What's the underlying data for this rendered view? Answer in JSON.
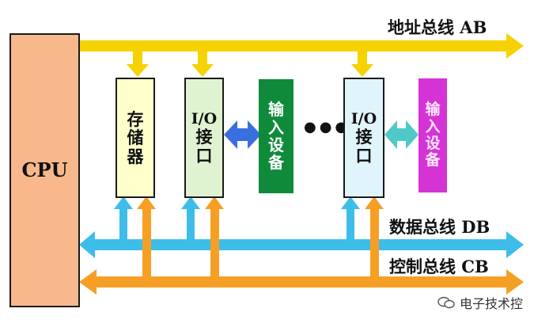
{
  "buses": {
    "address": "地址总线 AB",
    "data": "数据总线 DB",
    "control": "控制总线 CB"
  },
  "cpu": {
    "label": "CPU"
  },
  "memory": {
    "chars": [
      "存",
      "储",
      "器"
    ]
  },
  "io1": {
    "line1": "I/O",
    "chars": [
      "接",
      "口"
    ]
  },
  "input1": {
    "chars": [
      "输",
      "入",
      "设",
      "备"
    ]
  },
  "ellipsis": "●●●",
  "io2": {
    "line1": "I/O",
    "chars": [
      "接",
      "口"
    ]
  },
  "input2": {
    "chars": [
      "输",
      "入",
      "设",
      "备"
    ]
  },
  "watermark": "电子技术控",
  "colors": {
    "address_bus": "#f6d200",
    "data_bus": "#3dbde8",
    "control_bus": "#f5a025",
    "cpu_fill": "#f9b88c",
    "memory_fill": "#ffffcc",
    "io1_fill": "#dff3d0",
    "io2_fill": "#dff4fb",
    "input1_fill": "#0f8a3a",
    "input2_fill": "#d633d6",
    "arrow1": "#3a6fe0",
    "arrow2": "#4fc8c8"
  }
}
